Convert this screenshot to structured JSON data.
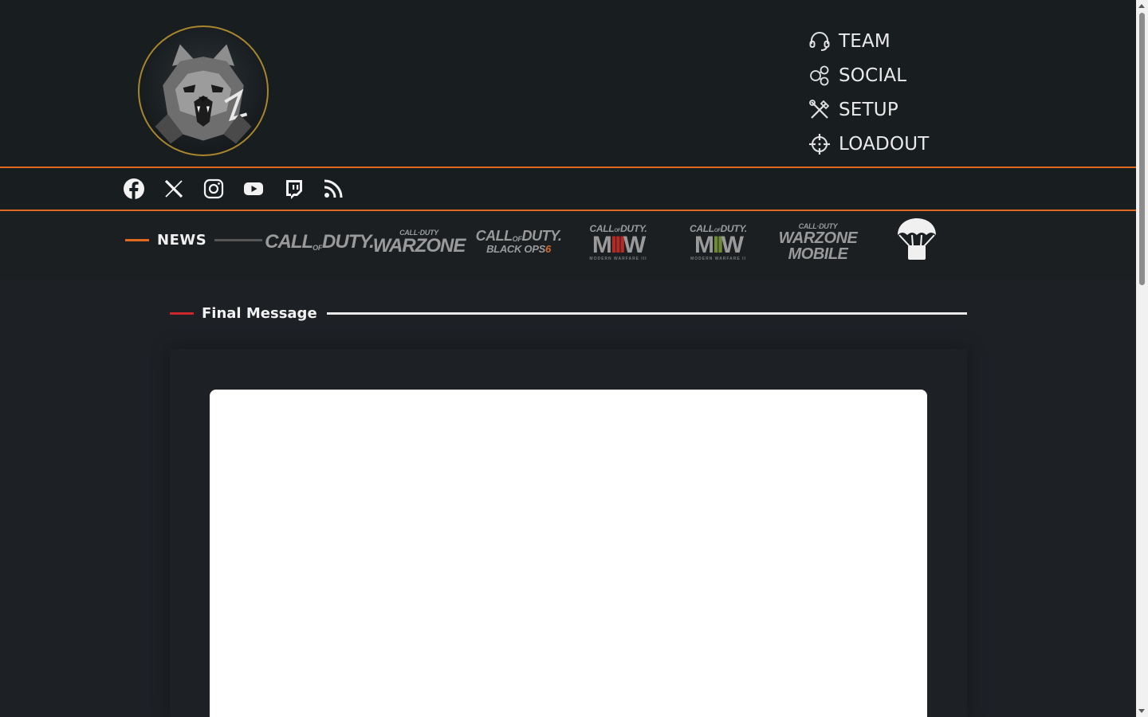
{
  "header": {
    "logo": {
      "icon": "wolf-logo",
      "ring_color": "#a8862e"
    },
    "nav": [
      {
        "label": "TEAM",
        "icon": "headset-icon"
      },
      {
        "label": "SOCIAL",
        "icon": "network-icon"
      },
      {
        "label": "SETUP",
        "icon": "tools-icon"
      },
      {
        "label": "LOADOUT",
        "icon": "crosshair-icon"
      }
    ]
  },
  "social_bar": {
    "accent_color": "#e0691f",
    "icons": [
      "facebook-icon",
      "x-icon",
      "instagram-icon",
      "youtube-icon",
      "twitch-icon",
      "rss-icon"
    ]
  },
  "game_bar": {
    "news_label": "NEWS",
    "games": [
      {
        "name": "call-of-duty",
        "lines": [
          "CALL",
          "OF",
          "DUTY."
        ]
      },
      {
        "name": "warzone",
        "lines": [
          "CALL·DUTY",
          "WARZONE"
        ]
      },
      {
        "name": "black-ops-6",
        "lines": [
          "CALL",
          "OF",
          "DUTY.",
          "BLACK OPS",
          "6"
        ]
      },
      {
        "name": "modern-warfare-3",
        "lines": [
          "CALL",
          "OF",
          "DUTY.",
          "M",
          "III",
          "W",
          "MODERN WARFARE III"
        ]
      },
      {
        "name": "modern-warfare-2",
        "lines": [
          "CALL",
          "OF",
          "DUTY.",
          "M",
          "II",
          "W",
          "MODERN WARFARE II"
        ]
      },
      {
        "name": "warzone-mobile",
        "lines": [
          "CALL·DUTY",
          "WARZONE",
          "MOBILE"
        ]
      }
    ],
    "drop_icon": "supply-drop-icon"
  },
  "section": {
    "title": "Final Message",
    "accent_color": "#c9252a"
  }
}
